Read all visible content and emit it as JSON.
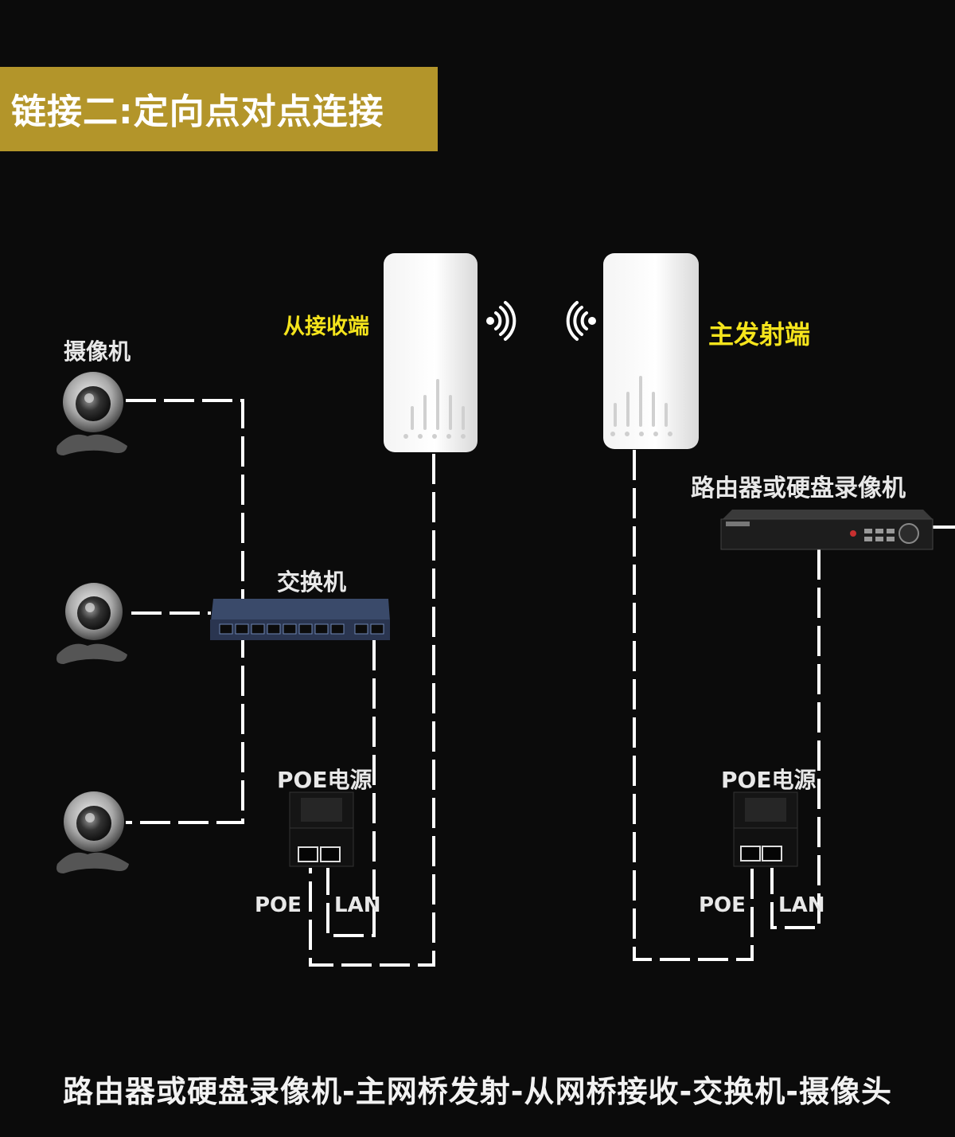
{
  "title": "链接二:定向点对点连接",
  "labels": {
    "camera": "摄像机",
    "receiver": "从接收端",
    "transmitter": "主发射端",
    "router": "路由器或硬盘录像机",
    "switch": "交换机",
    "poe_left": "POE电源",
    "poe_right": "POE电源",
    "port_poe_left": "POE",
    "port_lan_left": "LAN",
    "port_poe_right": "POE",
    "port_lan_right": "LAN"
  },
  "footer": "路由器或硬盘录像机-主网桥发射-从网桥接收-交换机-摄像头",
  "colors": {
    "background": "#0b0b0b",
    "banner": "#b3952a",
    "highlight_label": "#f5e41c",
    "dashed_line": "#ffffff"
  }
}
